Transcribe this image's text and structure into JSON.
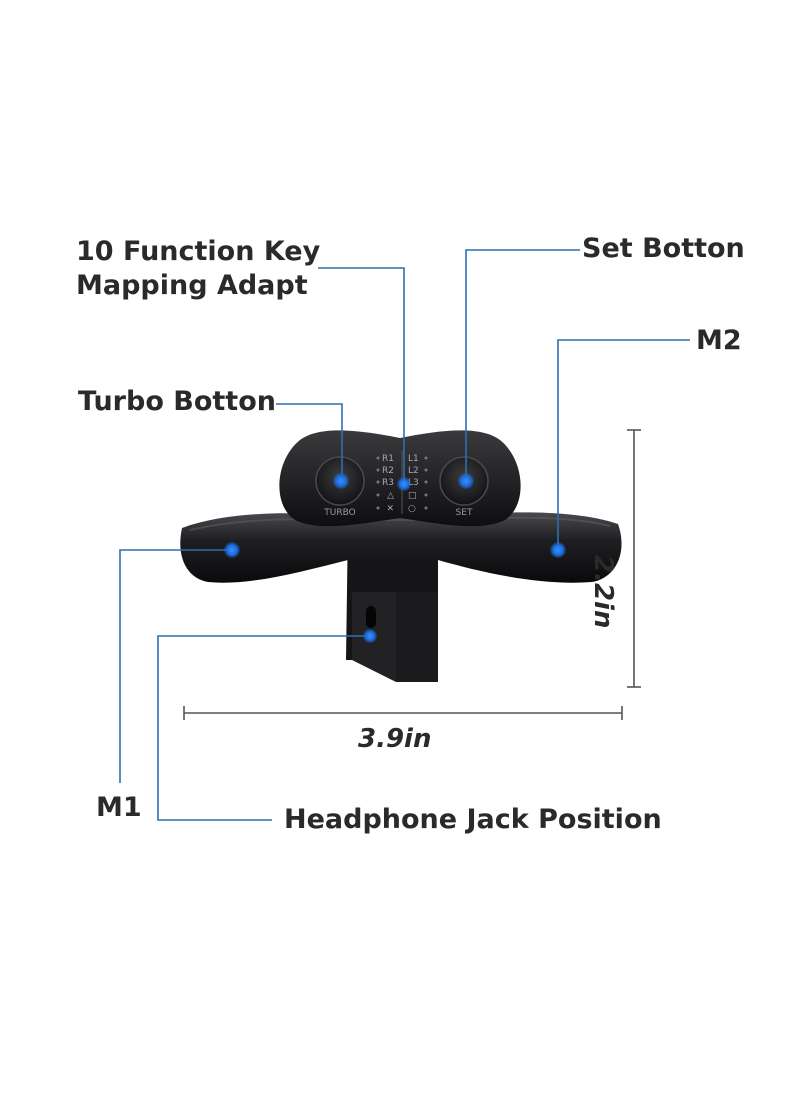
{
  "labels": {
    "function_key_line1": "10 Function Key",
    "function_key_line2": "Mapping Adapt",
    "set_button": "Set Botton",
    "m2": "M2",
    "turbo_button": "Turbo Botton",
    "m1": "M1",
    "headphone_jack": "Headphone Jack Position"
  },
  "device": {
    "turbo_text": "TURBO",
    "set_text": "SET",
    "key_rows": [
      {
        "left": "R1",
        "right": "L1"
      },
      {
        "left": "R2",
        "right": "L2"
      },
      {
        "left": "R3",
        "right": "L3"
      },
      {
        "left": "△",
        "right": "□"
      },
      {
        "left": "✕",
        "right": "○"
      }
    ]
  },
  "dimensions": {
    "width": "3.9in",
    "height": "2.2in"
  },
  "colors": {
    "callout_line": "#2f6fb0",
    "marker_dot": "#1a6fe0",
    "device_body": "#1c1c1e",
    "label_text": "#2a2a2a"
  }
}
